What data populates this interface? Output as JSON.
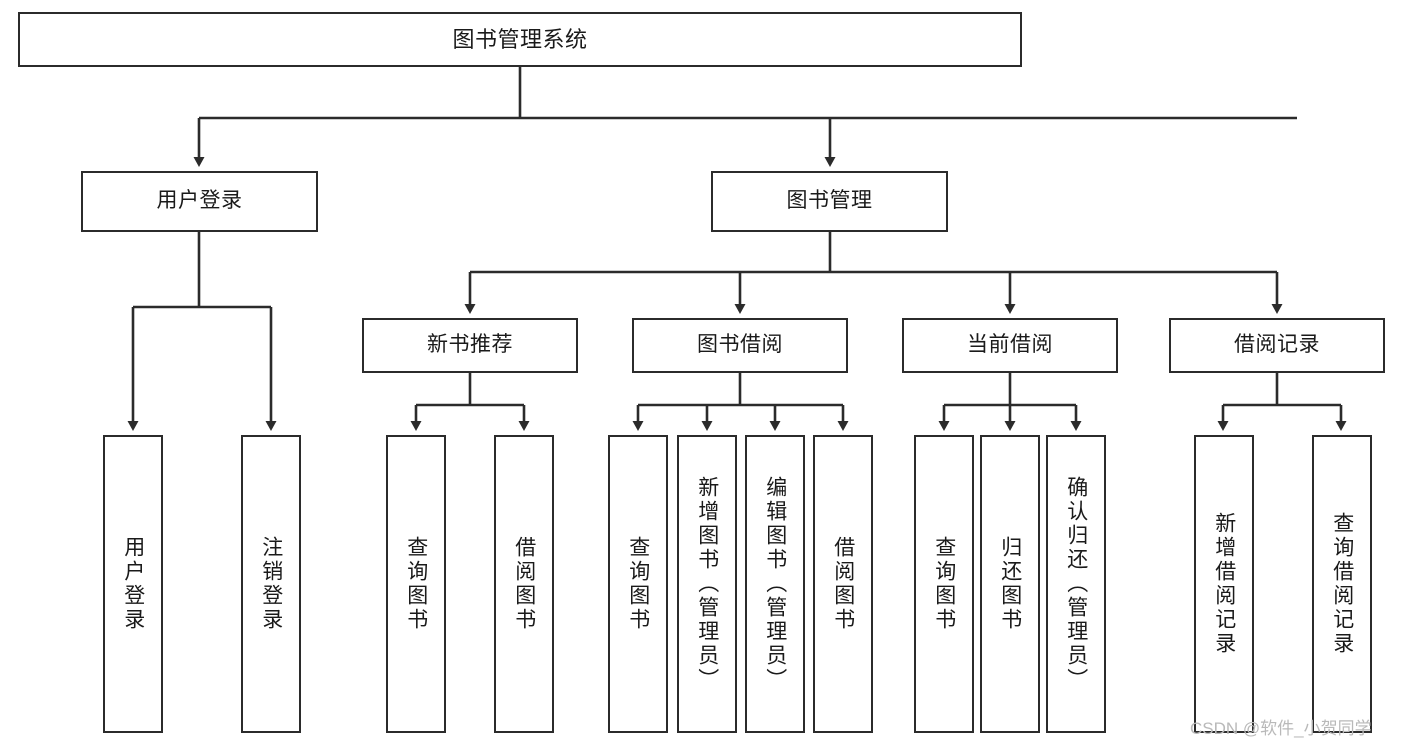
{
  "diagram": {
    "title": "图书管理系统",
    "type": "tree-hierarchy",
    "watermark": "CSDN @软件_小贺同学",
    "colors": {
      "background": "#ffffff",
      "box_border": "#2b2b2b",
      "box_fill": "#ffffff",
      "text": "#1a1a1a",
      "edge": "#2b2b2b",
      "watermark": "#b9b9b9"
    }
  },
  "nodes": {
    "root": {
      "label": "图书管理系统"
    },
    "level2": [
      {
        "label": "用户登录"
      },
      {
        "label": "图书管理"
      }
    ],
    "level3": [
      {
        "label": "新书推荐"
      },
      {
        "label": "图书借阅"
      },
      {
        "label": "当前借阅"
      },
      {
        "label": "借阅记录"
      }
    ],
    "leaves": {
      "user_login": [
        {
          "label": "用户登录"
        },
        {
          "label": "注销登录"
        }
      ],
      "new_book": [
        {
          "label": "查询图书"
        },
        {
          "label": "借阅图书"
        }
      ],
      "book_borrow": [
        {
          "label": "查询图书"
        },
        {
          "label": "新增图书（管理员）"
        },
        {
          "label": "编辑图书（管理员）"
        },
        {
          "label": "借阅图书"
        }
      ],
      "current_borrow": [
        {
          "label": "查询图书"
        },
        {
          "label": "归还图书"
        },
        {
          "label": "确认归还（管理员）"
        }
      ],
      "borrow_record": [
        {
          "label": "新增借阅记录"
        },
        {
          "label": "查询借阅记录"
        }
      ]
    }
  }
}
